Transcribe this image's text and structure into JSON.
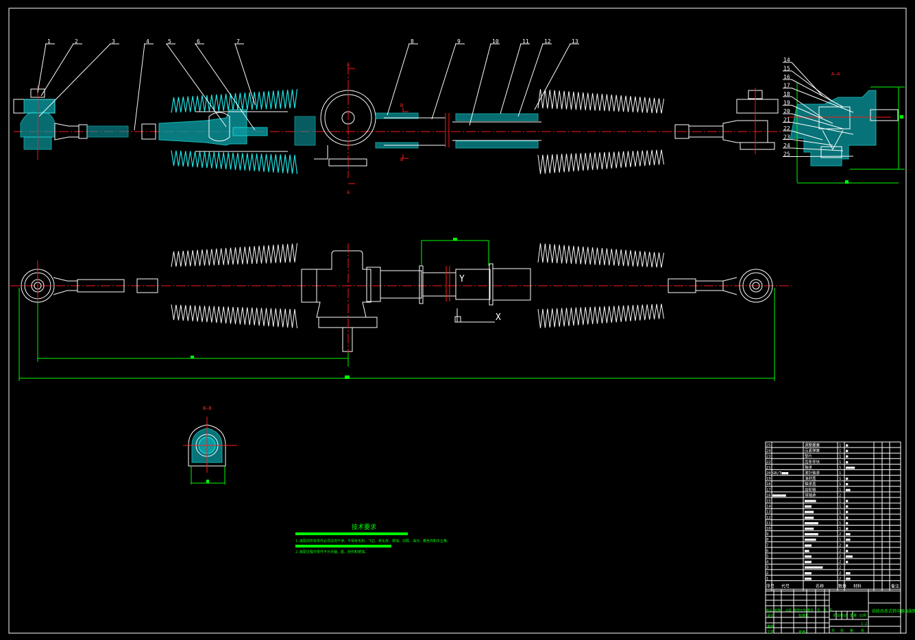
{
  "drawing": {
    "title": "Steering gear assembly drawing",
    "colors": {
      "background": "#000000",
      "outline": "#ffffff",
      "section_hatch": "#1ee6e6",
      "centerline": "#ff1a1a",
      "dimension": "#00ff00"
    },
    "balloons_top": [
      "1",
      "2",
      "3",
      "4",
      "5",
      "6",
      "7",
      "8",
      "9",
      "10",
      "11",
      "12",
      "13"
    ],
    "balloons_right": [
      "14",
      "15",
      "16",
      "17",
      "18",
      "19",
      "20",
      "21",
      "22",
      "23",
      "24",
      "25"
    ],
    "section_labels": {
      "a_top": "A",
      "a_bottom": "A",
      "b_top": "B",
      "b_bottom": "B",
      "view_aa": "A—A",
      "view_bb": "B—B"
    },
    "ucs": {
      "x": "X",
      "y": "Y"
    },
    "dimensions": {
      "span_small": "■",
      "span_mid": "■",
      "span_total": "■",
      "aa_width": "■",
      "aa_height": "■",
      "bb_width": "■"
    },
    "tech_notes": {
      "heading": "技术要求",
      "line1": "1.装配前所有零件必须清洗干净，不得有毛刺、飞边、氧化皮、锈蚀、切屑、油污、着色剂和灰尘等。",
      "line2": "2.装配过程中零件不允许磕、碰、划伤和锈蚀。"
    }
  },
  "bom": {
    "header": {
      "seq": "序号",
      "code": "代号",
      "name": "名称",
      "qty": "数量",
      "material": "材料",
      "weight_single": "单件",
      "weight_total": "总计",
      "weight": "重量",
      "remark": "备注"
    },
    "rows": [
      {
        "seq": "25",
        "code": "",
        "name": "调整螺塞",
        "qty": "1",
        "material": "■"
      },
      {
        "seq": "24",
        "code": "",
        "name": "压紧弹簧",
        "qty": "1",
        "material": "■"
      },
      {
        "seq": "23",
        "code": "",
        "name": "垫片",
        "qty": "1",
        "material": "■"
      },
      {
        "seq": "22",
        "code": "",
        "name": "齿条导块",
        "qty": "1",
        "material": "■"
      },
      {
        "seq": "21",
        "code": "",
        "name": "轴承",
        "qty": "1",
        "material": "■■■■"
      },
      {
        "seq": "20",
        "code": "GB/T■■■",
        "name": "滚针轴承",
        "qty": "1",
        "material": ""
      },
      {
        "seq": "19",
        "code": "",
        "name": "油封盖",
        "qty": "1",
        "material": "■"
      },
      {
        "seq": "18",
        "code": "",
        "name": "轴承盖",
        "qty": "1",
        "material": "■"
      },
      {
        "seq": "17",
        "code": "",
        "name": "齿轮轴",
        "qty": "1",
        "material": "■■"
      },
      {
        "seq": "16",
        "code": "■■■■■■",
        "name": "球轴承",
        "qty": "2",
        "material": ""
      },
      {
        "seq": "15",
        "code": "",
        "name": "■■■■■",
        "qty": "1",
        "material": "■"
      },
      {
        "seq": "14",
        "code": "",
        "name": "■■■",
        "qty": "1",
        "material": "■"
      },
      {
        "seq": "13",
        "code": "",
        "name": "■■■■",
        "qty": "1",
        "material": "■"
      },
      {
        "seq": "12",
        "code": "",
        "name": "■■■■",
        "qty": "1",
        "material": "■"
      },
      {
        "seq": "11",
        "code": "",
        "name": "■■■■■■",
        "qty": "1",
        "material": "■"
      },
      {
        "seq": "10",
        "code": "",
        "name": "■■■■",
        "qty": "1",
        "material": "■"
      },
      {
        "seq": "9",
        "code": "",
        "name": "■■■■■■",
        "qty": "2",
        "material": "■■"
      },
      {
        "seq": "8",
        "code": "",
        "name": "■■■■■",
        "qty": "1",
        "material": "■■"
      },
      {
        "seq": "7",
        "code": "",
        "name": "■■■",
        "qty": "2",
        "material": "■"
      },
      {
        "seq": "6",
        "code": "",
        "name": "■■",
        "qty": "2",
        "material": "■"
      },
      {
        "seq": "5",
        "code": "",
        "name": "■■■",
        "qty": "2",
        "material": "■■■"
      },
      {
        "seq": "4",
        "code": "",
        "name": "■■■",
        "qty": "2",
        "material": "■"
      },
      {
        "seq": "3",
        "code": "",
        "name": "■■■■■■■■",
        "qty": "2",
        "material": ""
      },
      {
        "seq": "2",
        "code": "",
        "name": "■■■",
        "qty": "2",
        "material": "■■"
      },
      {
        "seq": "1",
        "code": "",
        "name": "■■■",
        "qty": "2",
        "material": "■■"
      }
    ]
  },
  "title_block": {
    "drawing_name": "齿轮齿条式转向器装配图",
    "labels": {
      "mark": "标记",
      "count": "处数",
      "zone": "分区",
      "change_doc": "更改文件号",
      "signature": "签名",
      "date": "年、月、日",
      "design": "设计",
      "standardize": "标准化",
      "review": "审核",
      "process": "工艺",
      "approve": "批准",
      "stage_mark": "阶段标记",
      "weight": "重量",
      "scale": "比例",
      "scale_value": "1:2",
      "sheets_total": "共",
      "sheet_of": "张",
      "sheet_no": "第",
      "sheet_unit": "张"
    }
  }
}
